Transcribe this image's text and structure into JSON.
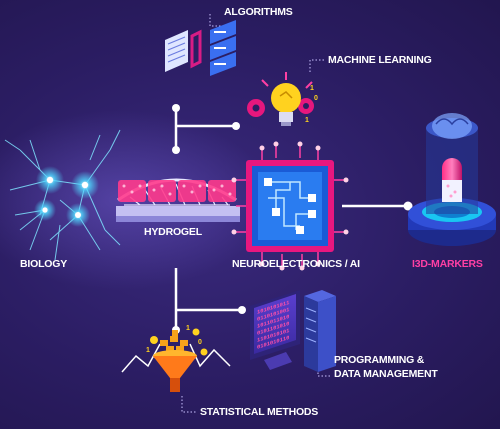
{
  "labels": {
    "algorithms": "ALGORITHMS",
    "machine_learning": "MACHINE LEARNING",
    "hydrogel": "HYDROGEL",
    "biology": "BIOLOGY",
    "neuroelectronics": "NEUROELECTRONICS / AI",
    "markers": "I3D-MARKERS",
    "programming_line1": "PROGRAMMING &",
    "programming_line2": "DATA MANAGEMENT",
    "statistical_methods": "STATISTICAL METHODS"
  },
  "screen_code": [
    "1010101011",
    "0110101001",
    "1011011010",
    "0101101010",
    "1101010101",
    "0101010110"
  ],
  "colors": {
    "background": "#2b1d63",
    "label_text": "#ffffff",
    "accent_pink": "#ff3fa4",
    "connector": "#ffffff",
    "neuron_glow": "#7fe4ff",
    "chip_pink": "#e8177f",
    "chip_blue": "#1a5bd6",
    "bulb": "#ffd21f",
    "gear": "#e6177d",
    "funnel": "#f7a21b"
  },
  "icons": [
    "neuron-network-icon",
    "hydrogel-bridge-icon",
    "ai-chip-icon",
    "algorithms-icon",
    "machine-learning-icon",
    "marker-capsule-icon",
    "programming-computer-icon",
    "statistical-funnel-icon"
  ]
}
